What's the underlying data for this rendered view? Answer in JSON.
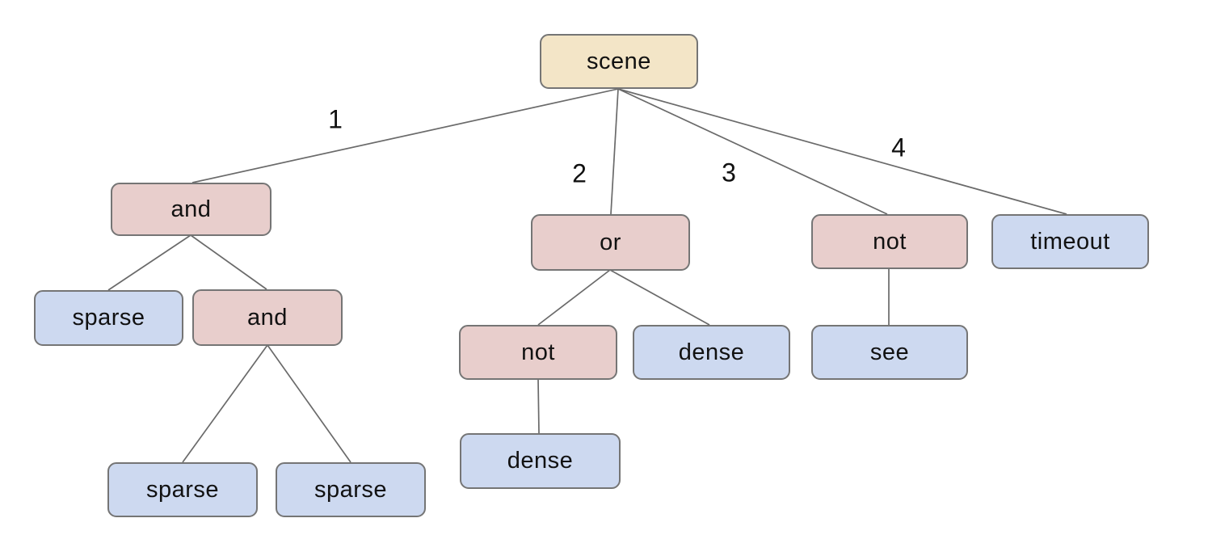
{
  "diagram": {
    "kind": "tree",
    "colors": {
      "root_fill": "#f3e5c7",
      "operator_fill": "#e8cecc",
      "leaf_fill": "#cdd9f0",
      "node_border": "#757575",
      "edge_stroke": "#6a6a6a",
      "text": "#111111",
      "background": "#ffffff"
    },
    "nodes": [
      {
        "label": "scene",
        "kind": "root"
      },
      {
        "label": "and",
        "kind": "operator"
      },
      {
        "label": "or",
        "kind": "operator"
      },
      {
        "label": "not",
        "kind": "operator"
      },
      {
        "label": "timeout",
        "kind": "leaf"
      },
      {
        "label": "sparse",
        "kind": "leaf"
      },
      {
        "label": "and",
        "kind": "operator"
      },
      {
        "label": "not",
        "kind": "operator"
      },
      {
        "label": "dense",
        "kind": "leaf"
      },
      {
        "label": "see",
        "kind": "leaf"
      },
      {
        "label": "dense",
        "kind": "leaf"
      },
      {
        "label": "sparse",
        "kind": "leaf"
      },
      {
        "label": "sparse",
        "kind": "leaf"
      }
    ],
    "edge_labels": [
      "1",
      "2",
      "3",
      "4"
    ],
    "tree": {
      "label": "scene",
      "children": [
        {
          "edge": "1",
          "label": "and",
          "children": [
            {
              "label": "sparse"
            },
            {
              "label": "and",
              "children": [
                {
                  "label": "sparse"
                },
                {
                  "label": "sparse"
                }
              ]
            }
          ]
        },
        {
          "edge": "2",
          "label": "or",
          "children": [
            {
              "label": "not",
              "children": [
                {
                  "label": "dense"
                }
              ]
            },
            {
              "label": "dense"
            }
          ]
        },
        {
          "edge": "3",
          "label": "not",
          "children": [
            {
              "label": "see"
            }
          ]
        },
        {
          "edge": "4",
          "label": "timeout"
        }
      ]
    }
  }
}
